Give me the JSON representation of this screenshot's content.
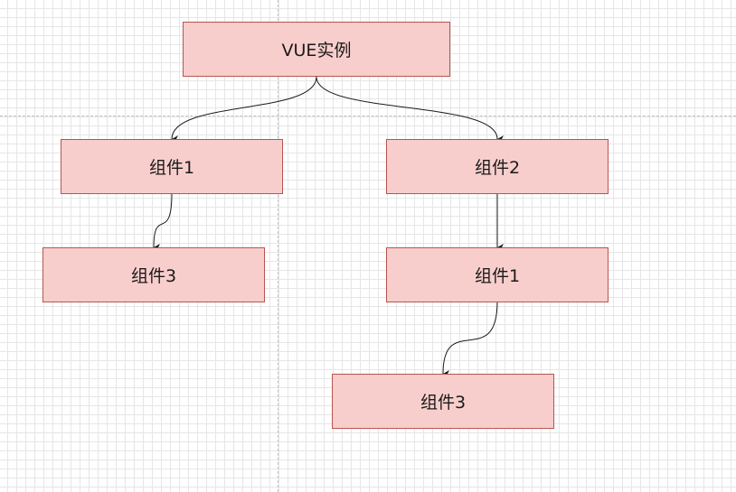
{
  "nodes": {
    "vue_instance": "VUE实例",
    "left_component_1": "组件1",
    "left_component_3": "组件3",
    "right_component_2": "组件2",
    "right_component_1": "组件1",
    "right_component_3": "组件3"
  },
  "colors": {
    "node_fill": "#f8cecc",
    "node_stroke": "#b85450",
    "edge": "#1a1a1a"
  }
}
